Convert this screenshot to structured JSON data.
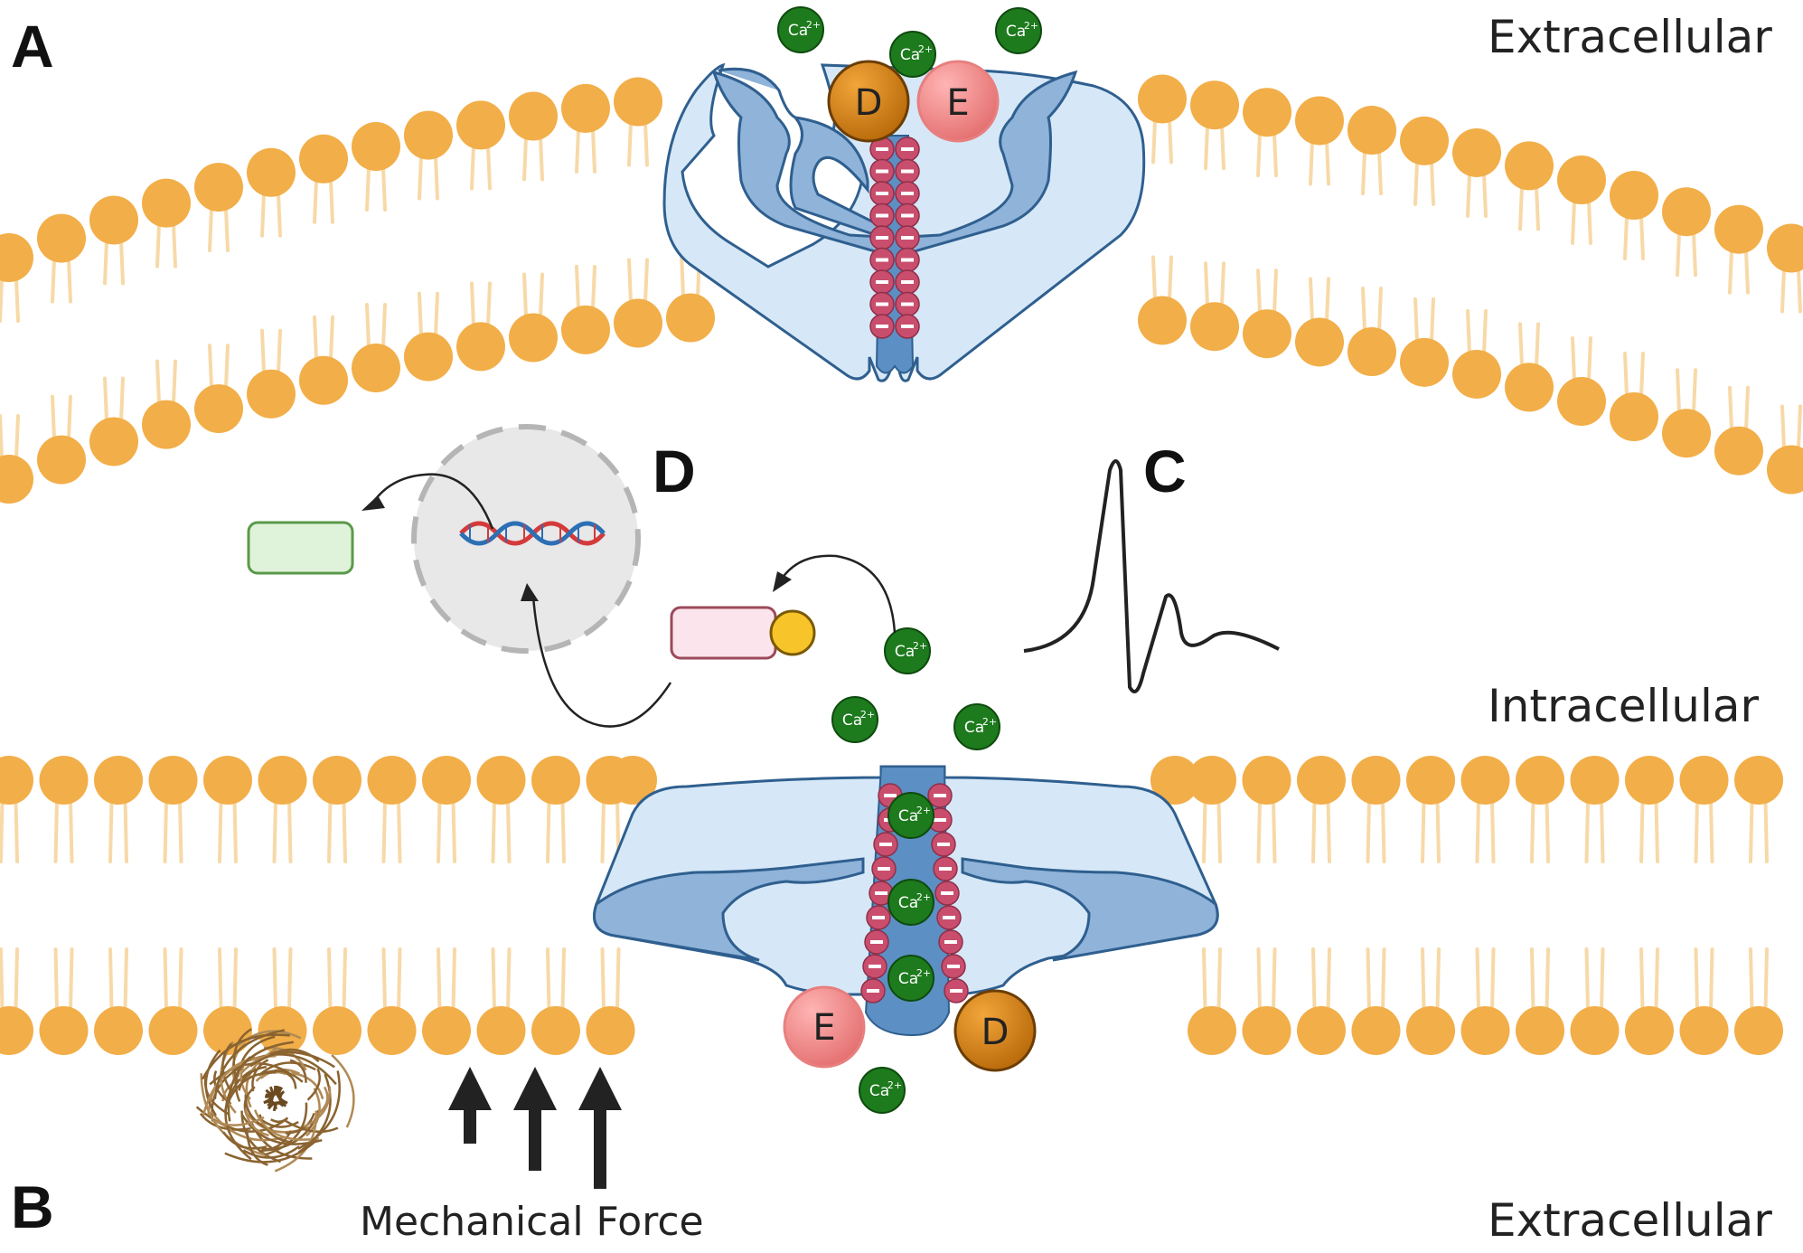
{
  "panels": {
    "a": "A",
    "b": "B",
    "c": "C",
    "d": "D"
  },
  "regions": {
    "top_extracellular": "Extracellular",
    "intracellular": "Intracellular",
    "bottom_extracellular": "Extracellular"
  },
  "stimulus": {
    "label": "Mechanical Force"
  },
  "channel_domains": {
    "d": "D",
    "e": "E"
  },
  "ion": {
    "label": "Ca",
    "charge": "2+"
  },
  "colors": {
    "lipid_head": "#F2AE48",
    "lipid_tail": "#F7D9A8",
    "channel_light": "#D6E8F7",
    "channel_mid": "#8FB3D9",
    "channel_dark": "#5C8FC4",
    "channel_outline": "#2F5F8F",
    "charge_bead": "#C94E6D",
    "calcium": "#1D7A1D",
    "domain_d": "#D4820F",
    "domain_e": "#F08A8A",
    "nucleus": "#E8E8E8",
    "green_box": "#DFF3DA",
    "pink_box": "#FCE4EC",
    "yellow_ball": "#F7C52A"
  }
}
